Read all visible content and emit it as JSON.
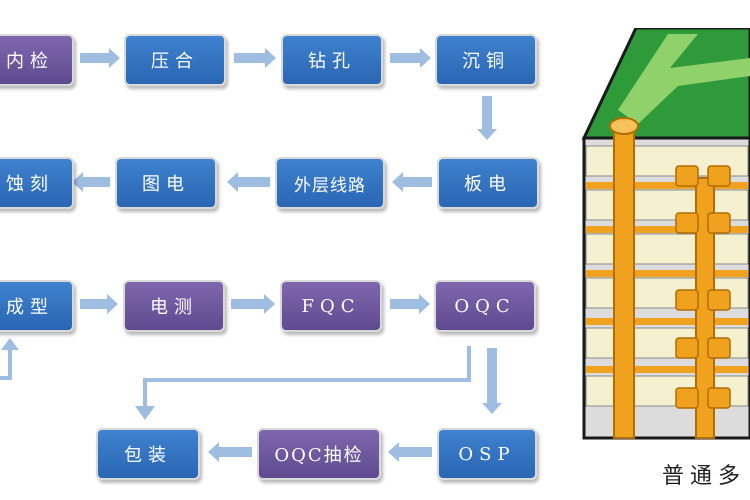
{
  "steps": [
    {
      "id": "inner_inspect",
      "label": "内检",
      "style": "purple"
    },
    {
      "id": "lamination",
      "label": "压合",
      "style": "blue"
    },
    {
      "id": "drilling",
      "label": "钻孔",
      "style": "blue"
    },
    {
      "id": "copper_deposition",
      "label": "沉铜",
      "style": "blue"
    },
    {
      "id": "panel_plating",
      "label": "板电",
      "style": "blue"
    },
    {
      "id": "outer_layer",
      "label": "外层线路",
      "style": "blue"
    },
    {
      "id": "pattern_plating",
      "label": "图电",
      "style": "blue"
    },
    {
      "id": "etching",
      "label": "蚀刻",
      "style": "blue"
    },
    {
      "id": "profiling",
      "label": "成型",
      "style": "blue"
    },
    {
      "id": "electrical_test",
      "label": "电测",
      "style": "purple"
    },
    {
      "id": "fqc",
      "label": "FQC",
      "style": "purple"
    },
    {
      "id": "oqc",
      "label": "OQC",
      "style": "purple"
    },
    {
      "id": "osp",
      "label": "OSP",
      "style": "blue"
    },
    {
      "id": "oqc_sampling",
      "label": "OQC抽检",
      "style": "purple"
    },
    {
      "id": "packaging",
      "label": "包装",
      "style": "blue"
    }
  ],
  "caption": "普通多",
  "colors": {
    "box_blue": "#3070bf",
    "box_purple": "#6f57a0",
    "arrow": "#9fbde0",
    "pcb_green": "#2e9a3a",
    "pcb_copper": "#f0a21e",
    "pcb_layer": "#f5f0cf"
  }
}
